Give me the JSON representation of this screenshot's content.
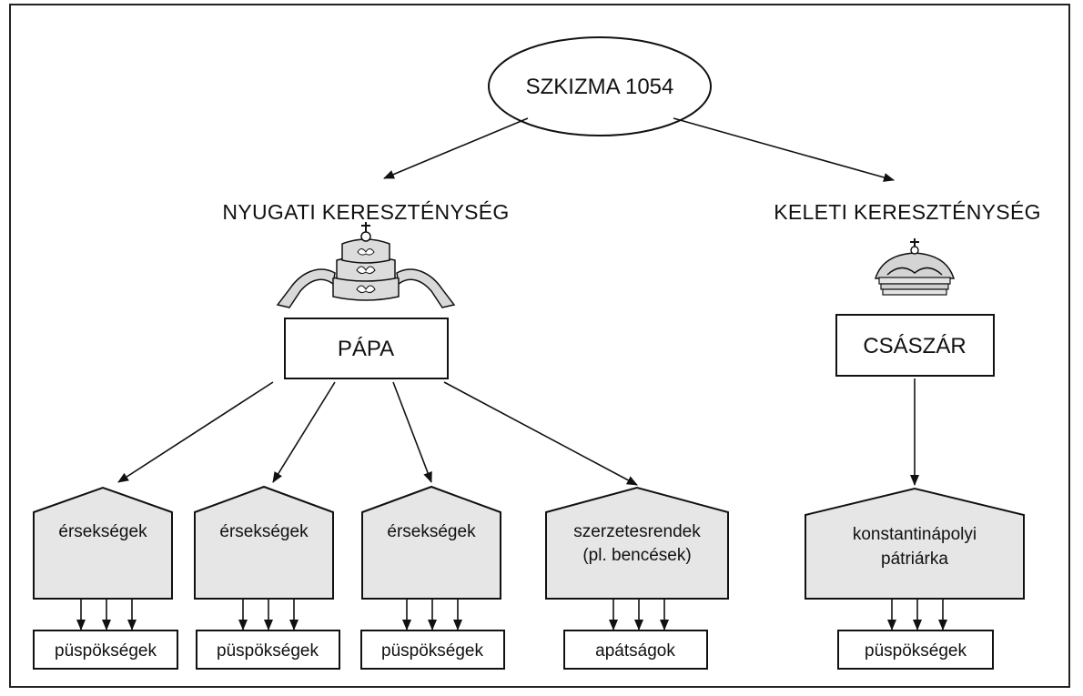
{
  "top": {
    "label": "SZKIZMA 1054"
  },
  "western": {
    "heading": "NYUGATI KERESZTÉNYSÉG",
    "head_label": "PÁPA",
    "emblem": "papal-tiara-icon",
    "branches": [
      {
        "label_lines": [
          "érsekségek"
        ],
        "child": "püspökségek"
      },
      {
        "label_lines": [
          "érsekségek"
        ],
        "child": "püspökségek"
      },
      {
        "label_lines": [
          "érsekségek"
        ],
        "child": "püspökségek"
      },
      {
        "label_lines": [
          "szerzetesrendek",
          "(pl. bencések)"
        ],
        "child": "apátságok"
      }
    ]
  },
  "eastern": {
    "heading": "KELETI KERESZTÉNYSÉG",
    "head_label": "CSÁSZÁR",
    "emblem": "imperial-crown-icon",
    "branch": {
      "label_lines": [
        "konstantinápolyi",
        "pátriárka"
      ],
      "child": "püspökségek"
    }
  },
  "colors": {
    "house_fill": "#e6e6e6",
    "stroke": "#111111"
  }
}
